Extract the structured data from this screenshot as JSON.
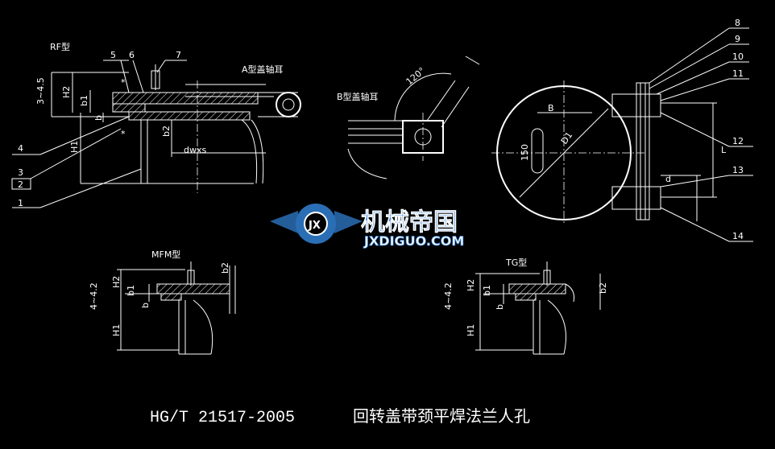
{
  "standard_code": "HG/T 21517-2005",
  "title": "回转盖带颈平焊法兰人孔",
  "views": {
    "rf": "RF型",
    "mfm": "MFM型",
    "tg": "TG型",
    "a_ear": "A型盖轴耳",
    "b_ear": "B型盖轴耳"
  },
  "dims": {
    "h2": "H2",
    "h1": "H1",
    "b1": "b1",
    "b2": "b2",
    "b": "b",
    "dw": "dwxs",
    "range1": "3~4.5",
    "range2": "4~4.2",
    "angle": "120°",
    "B": "B",
    "L": "L",
    "d": "d",
    "D1": "D1",
    "slot": "150"
  },
  "callouts": [
    "1",
    "2",
    "3",
    "4",
    "5",
    "6",
    "7",
    "8",
    "9",
    "10",
    "11",
    "12",
    "13",
    "14"
  ],
  "watermark": {
    "cn": "机械帝国",
    "en": "JXDIGUO.COM",
    "logo": "JX"
  },
  "colors": {
    "background": "#000000",
    "line": "#ffffff",
    "watermark": "#2a6fb5"
  }
}
